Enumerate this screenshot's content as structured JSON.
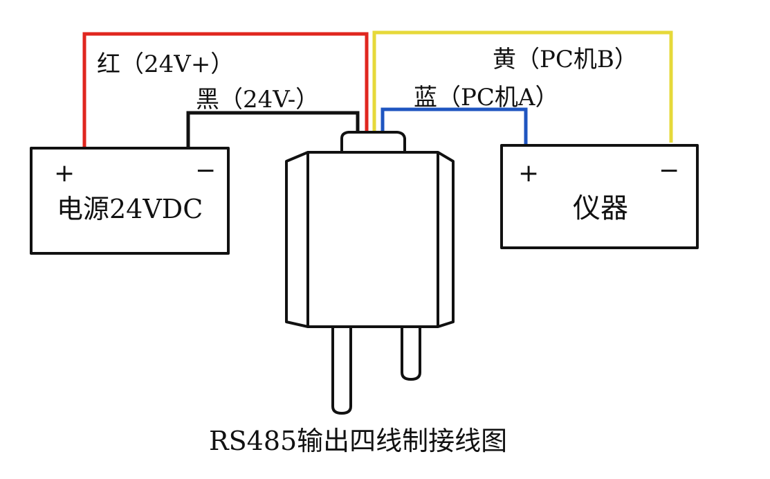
{
  "title": "RS485输出四线制接线图",
  "wires": [
    {
      "label": "红（24V+）",
      "color": "#e0261f"
    },
    {
      "label": "黑（24V-）",
      "color": "#111111"
    },
    {
      "label": "黄（PC机B）",
      "color": "#e6d93a"
    },
    {
      "label": "蓝（PC机A）",
      "color": "#1f55c0"
    }
  ],
  "power_supply": {
    "label": "电源24VDC",
    "plus": "+",
    "minus": "−"
  },
  "instrument": {
    "label": "仪器",
    "plus": "+",
    "minus": "−"
  }
}
